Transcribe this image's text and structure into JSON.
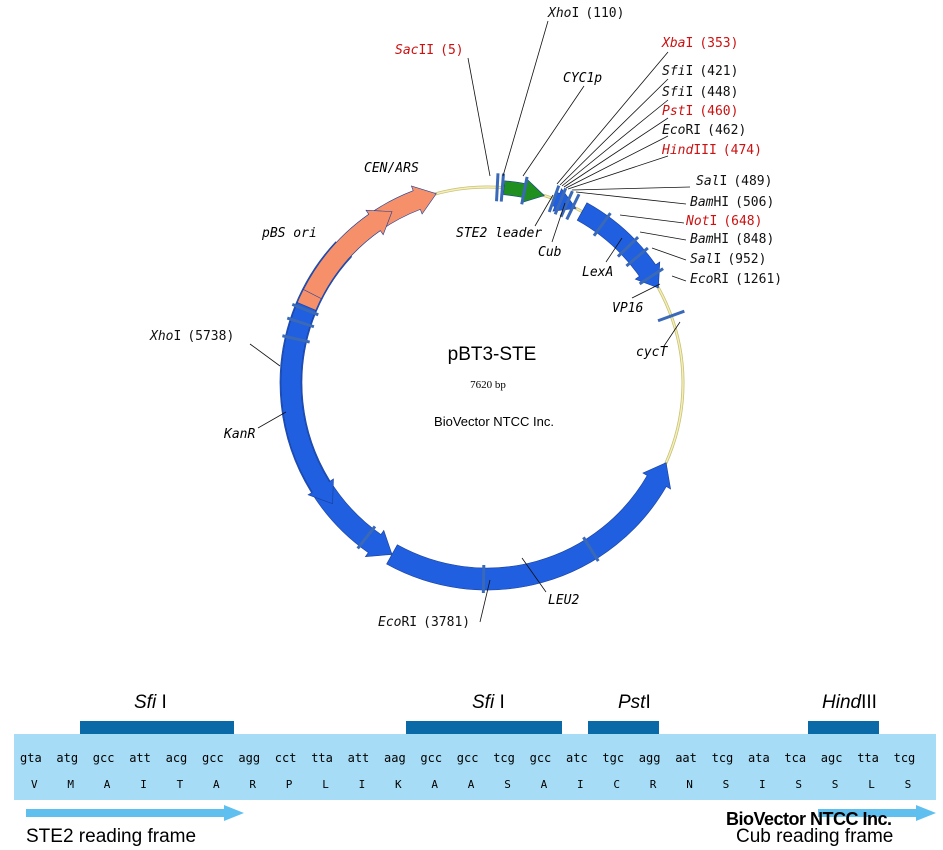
{
  "plasmid": {
    "name": "pBT3-STE",
    "size": "7620 bp",
    "vendor": "BioVector NTCC Inc."
  },
  "sites": [
    {
      "id": "xhoi_110",
      "enzyme": "Xho",
      "suffix": "I",
      "pos": "(110)",
      "color": "#111111"
    },
    {
      "id": "sacii_5",
      "enzyme": "Sac",
      "suffix": "II",
      "pos": "(5)",
      "color": "#cc1111"
    },
    {
      "id": "xbai_353",
      "enzyme": "Xba",
      "suffix": "I",
      "pos": "(353)",
      "color": "#cc1111"
    },
    {
      "id": "sfii_421",
      "enzyme": "Sfi",
      "suffix": "I",
      "pos": "(421)",
      "color": "#111111"
    },
    {
      "id": "sfii_448",
      "enzyme": "Sfi",
      "suffix": "I",
      "pos": "(448)",
      "color": "#111111"
    },
    {
      "id": "psti_460",
      "enzyme": "Pst",
      "suffix": "I",
      "pos": "(460)",
      "color": "#cc1111"
    },
    {
      "id": "ecori_462",
      "enzyme": "Eco",
      "suffix": "RI",
      "pos": "(462)",
      "color": "#111111"
    },
    {
      "id": "hindiii_474",
      "enzyme": "Hind",
      "suffix": "III",
      "pos": "(474)",
      "color": "#cc1111"
    },
    {
      "id": "sali_489",
      "enzyme": "Sal",
      "suffix": "I",
      "pos": "(489)",
      "color": "#111111"
    },
    {
      "id": "bamhi_506",
      "enzyme": "Bam",
      "suffix": "HI",
      "pos": "(506)",
      "color": "#111111"
    },
    {
      "id": "noti_648",
      "enzyme": "Not",
      "suffix": "I",
      "pos": "(648)",
      "color": "#cc1111"
    },
    {
      "id": "bamhi_848",
      "enzyme": "Bam",
      "suffix": "HI",
      "pos": "(848)",
      "color": "#111111"
    },
    {
      "id": "sali_952",
      "enzyme": "Sal",
      "suffix": "I",
      "pos": "(952)",
      "color": "#111111"
    },
    {
      "id": "ecori_1261",
      "enzyme": "Eco",
      "suffix": "RI",
      "pos": "(1261)",
      "color": "#111111"
    },
    {
      "id": "xhoi_5738",
      "enzyme": "Xho",
      "suffix": "I",
      "pos": "(5738)",
      "color": "#111111"
    },
    {
      "id": "ecori_3781",
      "enzyme": "Eco",
      "suffix": "RI",
      "pos": "(3781)",
      "color": "#111111"
    }
  ],
  "features": {
    "cyc1p": "CYC1p",
    "cen_ars": "CEN/ARS",
    "pbs_ori": "pBS ori",
    "ste2_leader": "STE2 leader",
    "cub": "Cub",
    "lexa": "LexA",
    "vp16": "VP16",
    "cyct": "cycT",
    "kanr": "KanR",
    "leu2": "LEU2"
  },
  "colors": {
    "blue_feature": "#1f5fe0",
    "green_feature": "#1f8f1f",
    "orange_feature": "#f5906a",
    "backbone": "#e8e08a",
    "band": "#a6dcf5",
    "site_bar": "#0a6aa8",
    "frame_arrow": "#5fc0f0"
  },
  "sequence": {
    "enzymes": [
      {
        "name": "Sfi",
        "suffix": " I"
      },
      {
        "name": "Sfi",
        "suffix": " I"
      },
      {
        "name": "Pst",
        "suffix": "I"
      },
      {
        "name": "Hind",
        "suffix": "III"
      }
    ],
    "codons": [
      "gta",
      "atg",
      "gcc",
      "att",
      "acg",
      "gcc",
      "agg",
      "cct",
      "tta",
      "att",
      "aag",
      "gcc",
      "gcc",
      "tcg",
      "gcc",
      "atc",
      "tgc",
      "agg",
      "aat",
      "tcg",
      "ata",
      "tca",
      "agc",
      "tta",
      "tcg"
    ],
    "aminoacids": [
      "V",
      "M",
      "A",
      "I",
      "T",
      "A",
      "R",
      "P",
      "L",
      "I",
      "K",
      "A",
      "A",
      "S",
      "A",
      "I",
      "C",
      "R",
      "N",
      "S",
      "I",
      "S",
      "S",
      "L",
      "S"
    ],
    "frame_left": "STE2 reading frame",
    "frame_right": "Cub reading frame",
    "vendor": "BioVector NTCC Inc."
  }
}
